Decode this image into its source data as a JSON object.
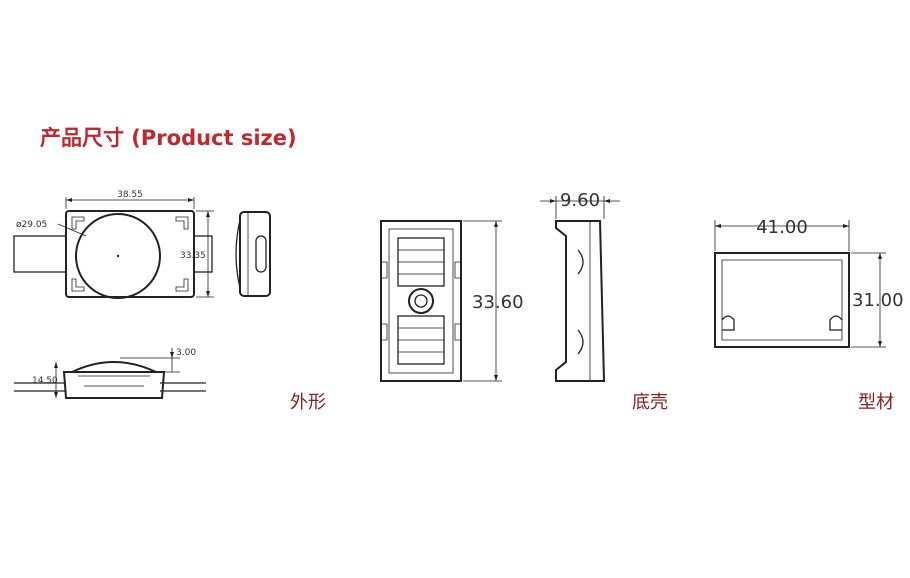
{
  "heading": {
    "title": "产品尺寸 (Product size)"
  },
  "captions": {
    "appearance": "外形",
    "bottom_shell": "底壳",
    "profile": "型材"
  },
  "dimensions": {
    "module_width": "38.55",
    "lens_diameter": "ø29.05",
    "module_height": "33.35",
    "lens_height": "3.00",
    "side_height": "14.50",
    "shell_length": "33.60",
    "shell_depth": "9.60",
    "profile_width": "41.00",
    "profile_height": "31.00"
  }
}
